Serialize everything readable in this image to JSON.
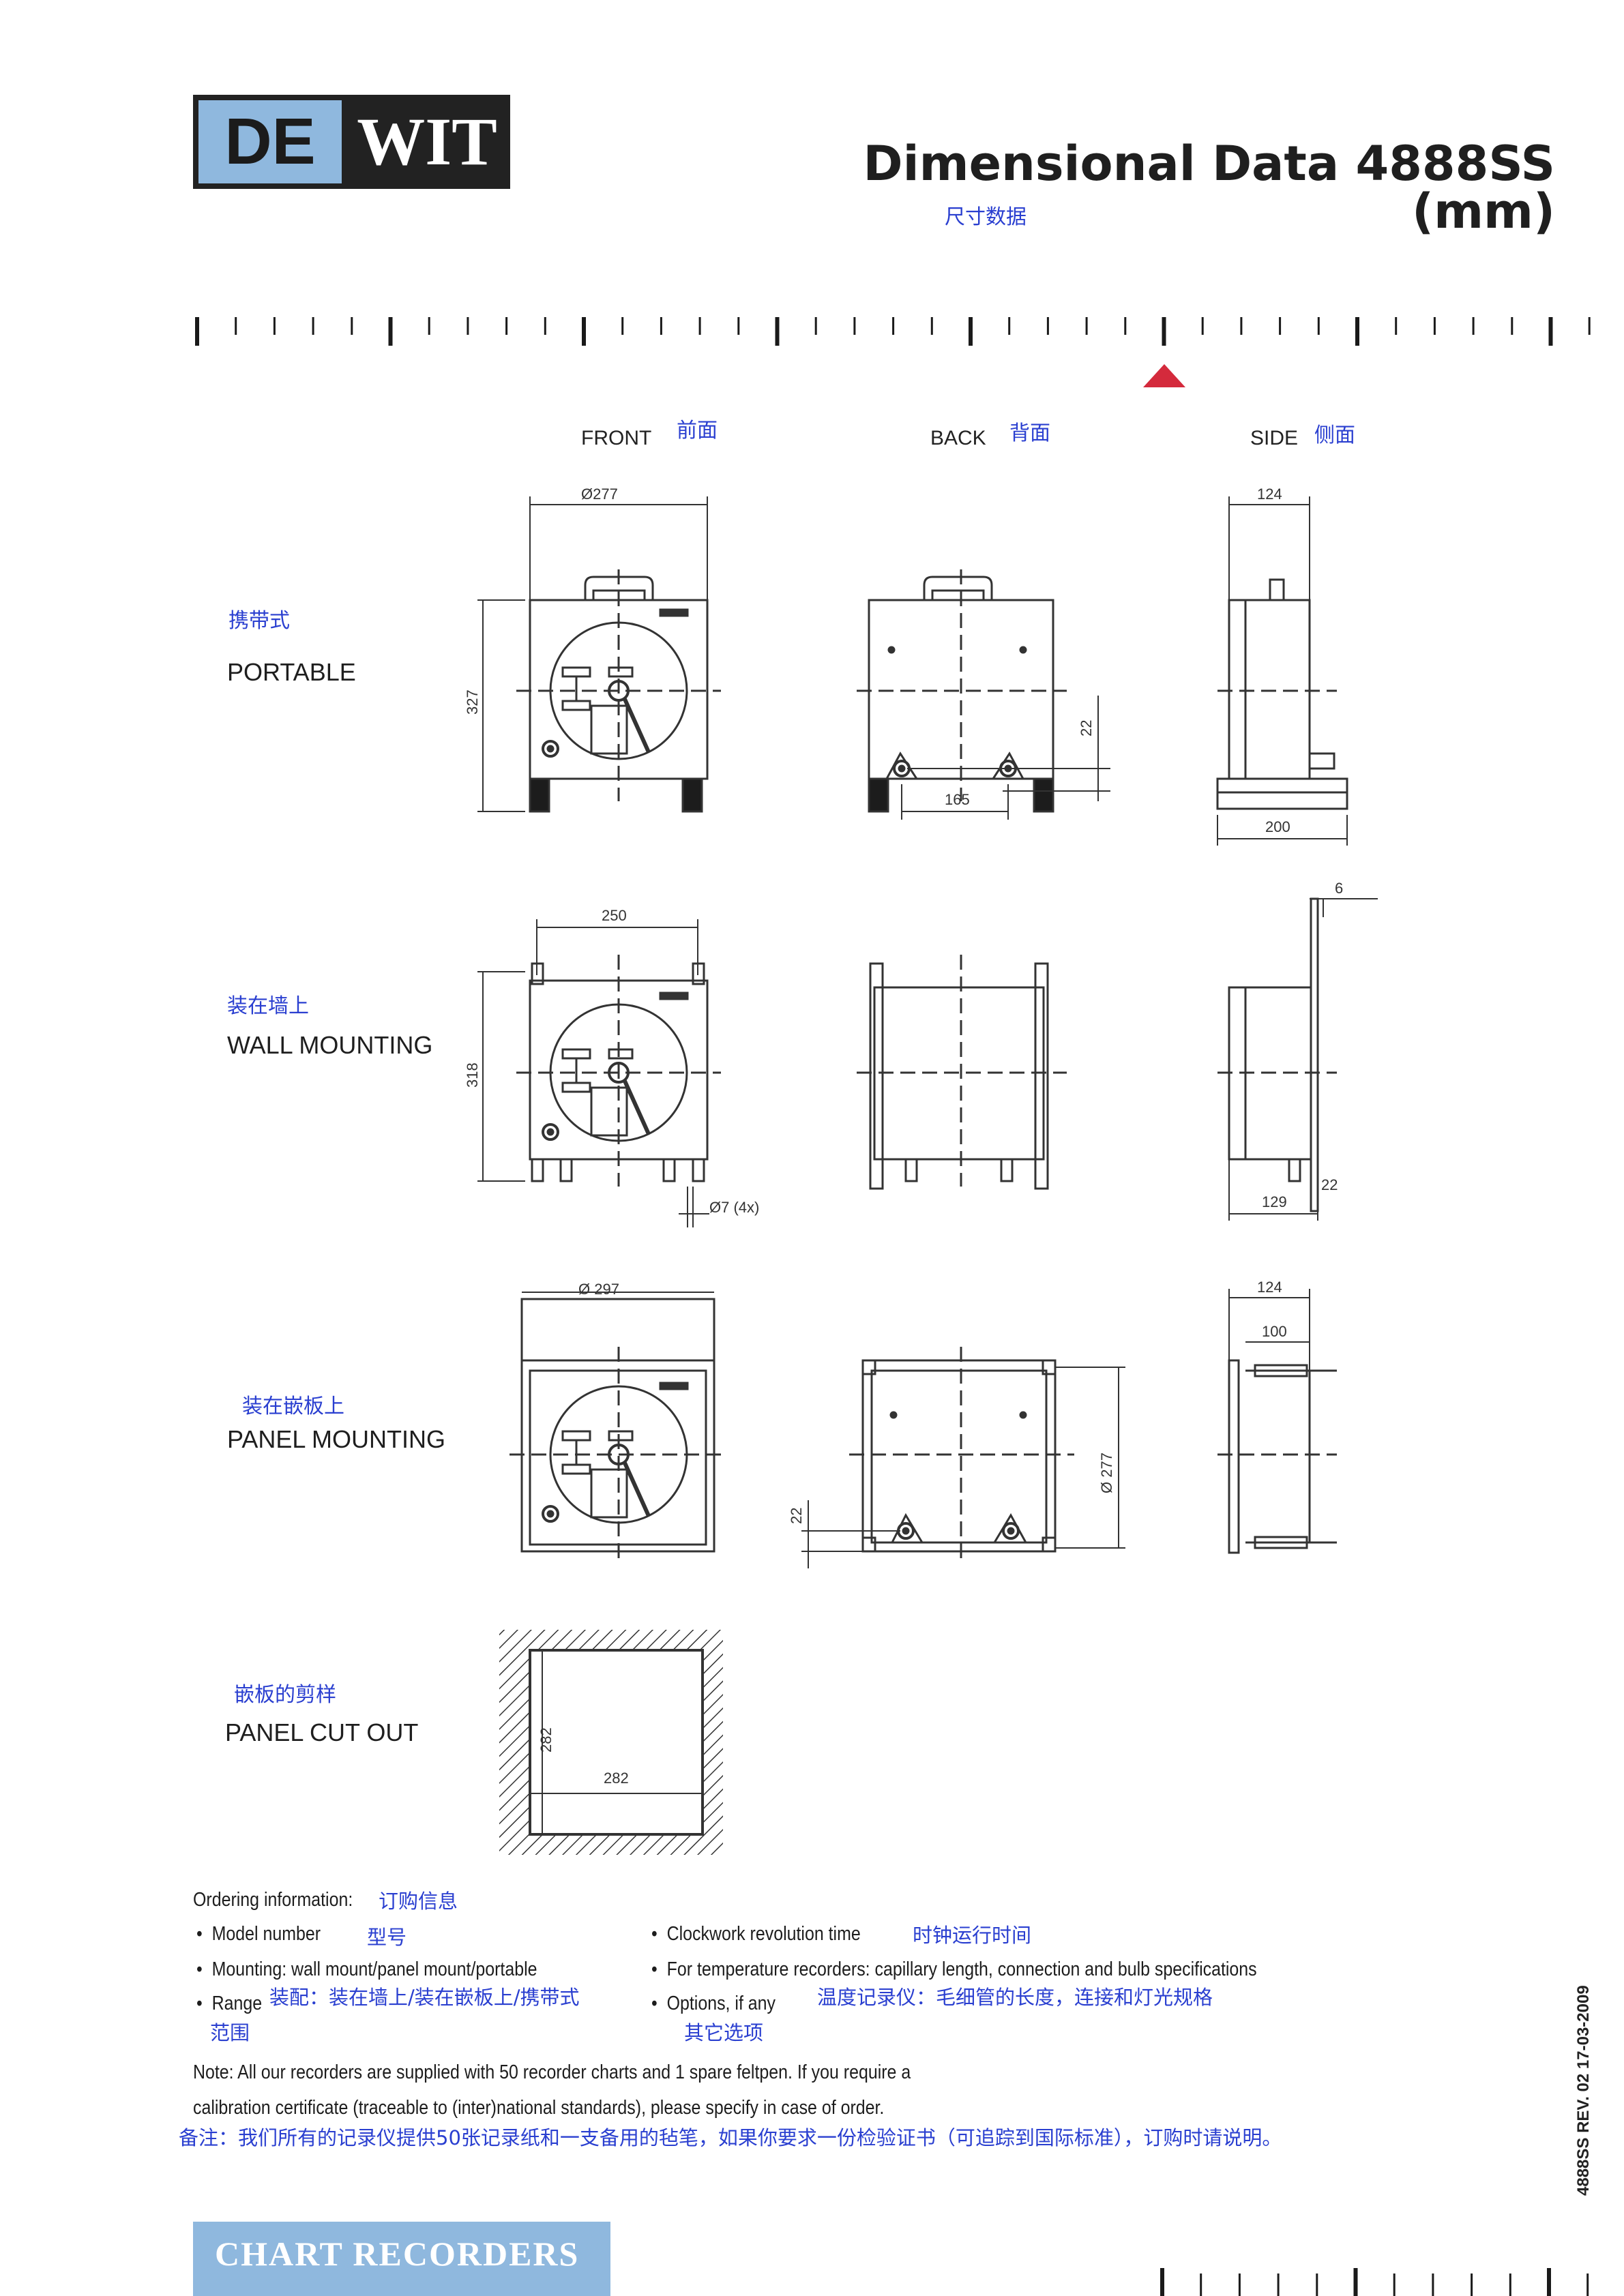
{
  "header": {
    "logo_left": "DE",
    "logo_right": "WIT",
    "title": "Dimensional Data 4888SS (mm)",
    "title_cn": "尺寸数据"
  },
  "colors": {
    "accent_blue": "#8fb8de",
    "marker_red": "#d42a3c",
    "cn_text": "#2a3fd0"
  },
  "views": {
    "front": {
      "label": "FRONT",
      "label_cn": "前面"
    },
    "back": {
      "label": "BACK",
      "label_cn": "背面"
    },
    "side": {
      "label": "SIDE",
      "label_cn": "侧面"
    }
  },
  "rows": {
    "portable": {
      "label": "PORTABLE",
      "label_cn": "携带式",
      "dims": {
        "front_width": "Ø277",
        "front_height": "327",
        "back_offset": "22",
        "back_spacing": "165",
        "side_top": "124",
        "side_base": "200"
      }
    },
    "wall": {
      "label": "WALL MOUNTING",
      "label_cn": "装在墙上",
      "dims": {
        "front_width": "250",
        "front_height": "318",
        "hole": "Ø7 (4x)",
        "side_top": "6",
        "side_offset": "22",
        "side_depth": "129"
      }
    },
    "panel": {
      "label": "PANEL MOUNTING",
      "label_cn": "装在嵌板上",
      "dims": {
        "front_width": "Ø 297",
        "back_offset": "22",
        "back_height": "Ø 277",
        "side_outer": "124",
        "side_inner": "100"
      }
    },
    "cutout": {
      "label": "PANEL CUT OUT",
      "label_cn": "嵌板的剪样",
      "dims": {
        "height": "282",
        "width": "282"
      }
    }
  },
  "ordering": {
    "heading": "Ordering information:",
    "heading_cn": "订购信息",
    "items_left": [
      {
        "text": "Model number",
        "cn": "型号"
      },
      {
        "text": "Mounting: wall mount/panel mount/portable",
        "cn": "装配：装在墙上/装在嵌板上/携带式"
      },
      {
        "text": "Range",
        "cn": "范围"
      }
    ],
    "items_right": [
      {
        "text": "Clockwork revolution time",
        "cn": "时钟运行时间"
      },
      {
        "text": "For temperature recorders: capillary length, connection and bulb specifications",
        "cn": "温度记录仪：毛细管的长度，连接和灯光规格"
      },
      {
        "text": "Options, if any",
        "cn": "其它选项"
      }
    ],
    "note_line1": "Note: All our recorders are supplied with 50 recorder charts and 1 spare feltpen. If you require a",
    "note_line2": "calibration certificate (traceable to (inter)national standards), please specify in case of order.",
    "note_cn": "备注：我们所有的记录仪提供50张记录纸和一支备用的毡笔，如果你要求一份检验证书（可追踪到国际标准），订购时请说明。"
  },
  "footer": {
    "revision": "4888SS REV. 02 17-03-2009",
    "banner": "CHART RECORDERS"
  }
}
